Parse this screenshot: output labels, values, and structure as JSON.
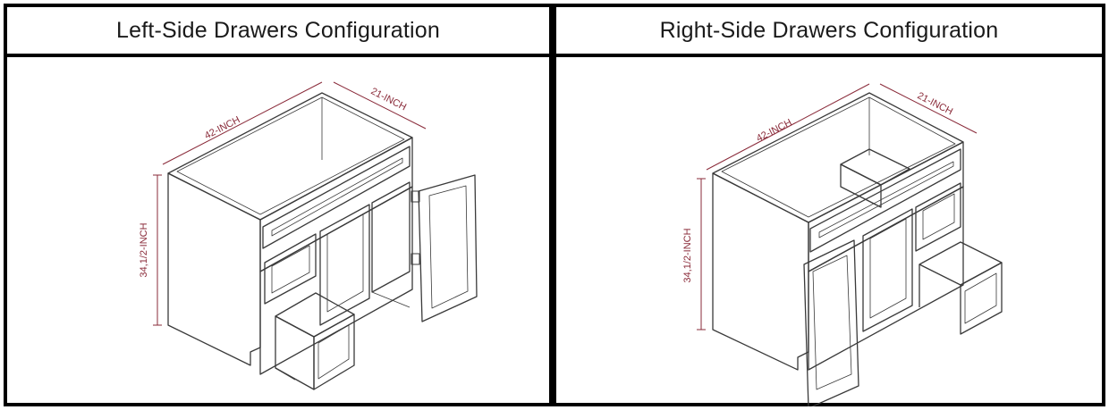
{
  "colors": {
    "border": "#000000",
    "line": "#3a3a3a",
    "dimension": "#8a2b3a",
    "background": "#ffffff"
  },
  "panels": [
    {
      "title": "Left-Side Drawers Configuration",
      "dimensions": {
        "width": "42-INCH",
        "depth": "21-INCH",
        "height": "34,1/2-INCH"
      }
    },
    {
      "title": "Right-Side Drawers Configuration",
      "dimensions": {
        "width": "42-INCH",
        "depth": "21-INCH",
        "height": "34,1/2-INCH"
      }
    }
  ]
}
